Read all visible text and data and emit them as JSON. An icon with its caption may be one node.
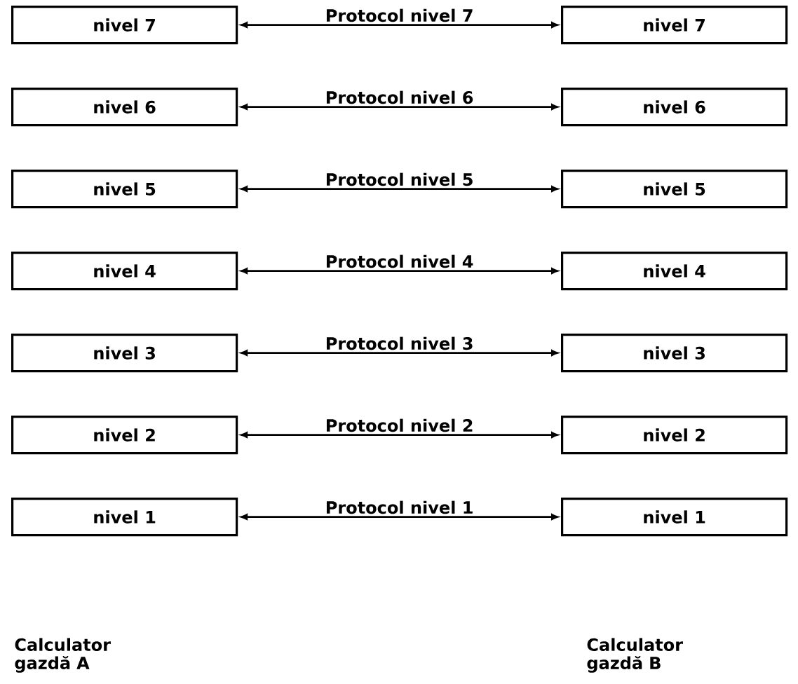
{
  "diagram": {
    "nodes": [
      {
        "text": [
          "nivel 7"
        ]
      },
      {
        "text": [
          "nivel 7"
        ]
      },
      {
        "text": [
          "nivel 6"
        ]
      },
      {
        "text": [
          "nivel 6"
        ]
      },
      {
        "text": [
          "nivel 5"
        ]
      },
      {
        "text": [
          "nivel 5"
        ]
      },
      {
        "text": [
          "nivel 4"
        ]
      },
      {
        "text": [
          "nivel 4"
        ]
      },
      {
        "text": [
          "nivel 3"
        ]
      },
      {
        "text": [
          "nivel 3"
        ]
      },
      {
        "text": [
          "nivel 2"
        ]
      },
      {
        "text": [
          "nivel 2"
        ]
      },
      {
        "text": [
          "nivel 1"
        ]
      },
      {
        "text": [
          "nivel 1"
        ]
      }
    ],
    "edges": [
      {
        "from": 0,
        "to": 1,
        "arrow": "both",
        "label": "Protocol nivel 7"
      },
      {
        "from": 2,
        "to": 3,
        "arrow": "both",
        "label": "Protocol nivel 6"
      },
      {
        "from": 4,
        "to": 5,
        "arrow": "both",
        "label": "Protocol nivel 5"
      },
      {
        "from": 6,
        "to": 7,
        "arrow": "both",
        "label": "Protocol nivel 4"
      },
      {
        "from": 8,
        "to": 9,
        "arrow": "both",
        "label": "Protocol nivel 3"
      },
      {
        "from": 10,
        "to": 11,
        "arrow": "both",
        "label": "Protocol nivel 2"
      },
      {
        "from": 12,
        "to": 13,
        "arrow": "both",
        "label": "Protocol nivel 1"
      }
    ],
    "labels": [
      "Calculator gazdă A",
      "Calculator gazdă B"
    ]
  }
}
